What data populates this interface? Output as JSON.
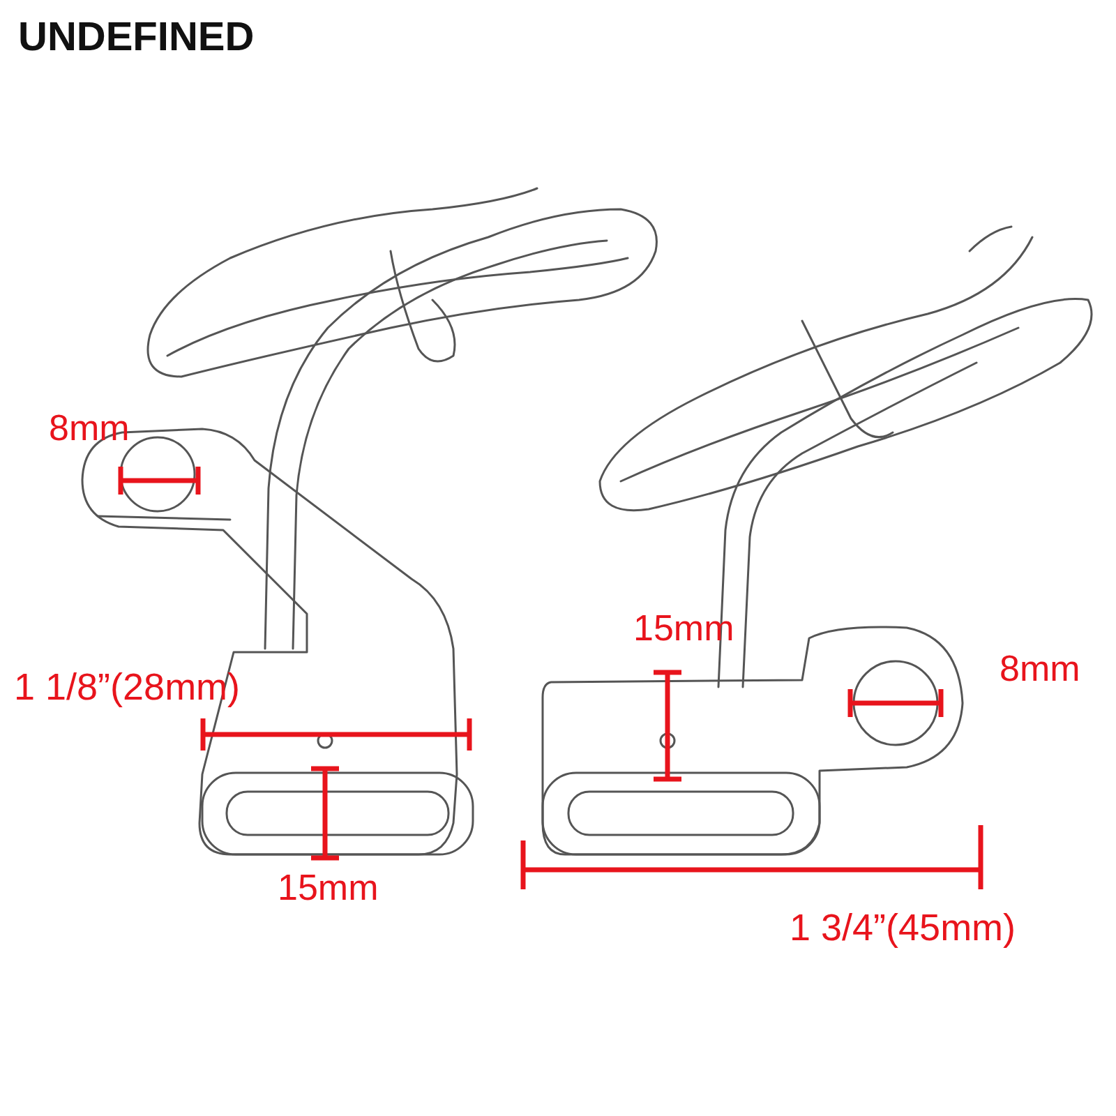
{
  "diagram": {
    "labels": [
      "UNDEFINED",
      "8mm",
      "1 1/8”(28mm)",
      "15mm",
      "15mm",
      "8mm",
      "1 3/4”(45mm)"
    ]
  }
}
